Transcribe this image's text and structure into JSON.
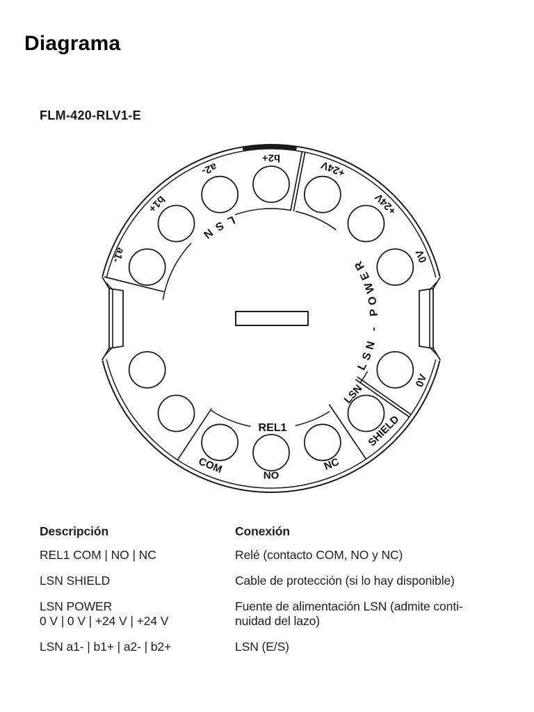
{
  "page": {
    "title": "Diagrama"
  },
  "figure": {
    "model": "FLM-420-RLV1-E"
  },
  "diagram": {
    "type": "detector-base-terminal-diagram",
    "terminals": [
      {
        "label": "a1-",
        "angle": -67.5,
        "orient": "top",
        "label_radius": 238
      },
      {
        "label": "b1+",
        "angle": -45,
        "orient": "top",
        "label_radius": 233
      },
      {
        "label": "a2-",
        "angle": -22.5,
        "orient": "top",
        "label_radius": 233
      },
      {
        "label": "b2+",
        "angle": 0,
        "orient": "top",
        "label_radius": 231
      },
      {
        "label": "+24V",
        "angle": 22.5,
        "orient": "top",
        "label_radius": 233
      },
      {
        "label": "+24V",
        "angle": 45,
        "orient": "top",
        "label_radius": 233
      },
      {
        "label": "0V",
        "angle": 67.5,
        "orient": "top",
        "label_radius": 234
      },
      {
        "label": "0V",
        "angle": 112.5,
        "orient": "bottom",
        "label_radius": 234
      },
      {
        "label": "SHIELD",
        "angle": 135,
        "orient": "bottom",
        "label_radius": 229
      },
      {
        "label": "NC",
        "angle": 157.5,
        "orient": "bottom",
        "label_radius": 227
      },
      {
        "label": "NO",
        "angle": 180,
        "orient": "bottom",
        "label_radius": 226
      },
      {
        "label": "COM",
        "angle": 202.5,
        "orient": "bottom",
        "label_radius": 229
      },
      {
        "label": "",
        "angle": 225,
        "orient": "none",
        "label_radius": 0
      },
      {
        "label": "",
        "angle": 247.5,
        "orient": "none",
        "label_radius": 0
      }
    ],
    "group_labels": {
      "lsn_loop": "LSN",
      "lsn_power": "LSN - POWER",
      "rel1": "REL1",
      "lsn_shield": "LSN"
    }
  },
  "table": {
    "headers": {
      "description": "Descripción",
      "connection": "Conexión"
    },
    "rows": [
      {
        "desc": [
          "REL1 COM | NO | NC"
        ],
        "conn": [
          "Relé (contacto COM, NO y NC)"
        ]
      },
      {
        "desc": [
          "LSN SHIELD"
        ],
        "conn": [
          "Cable de protección (si lo hay disponible)"
        ]
      },
      {
        "desc": [
          "LSN POWER",
          "0 V | 0 V | +24 V | +24 V"
        ],
        "conn": [
          "Fuente de alimentación LSN (admite conti-",
          "nuidad del lazo)"
        ]
      },
      {
        "desc": [
          "LSN a1- | b1+ | a2- | b2+"
        ],
        "conn": [
          "LSN (E/S)"
        ]
      }
    ]
  }
}
